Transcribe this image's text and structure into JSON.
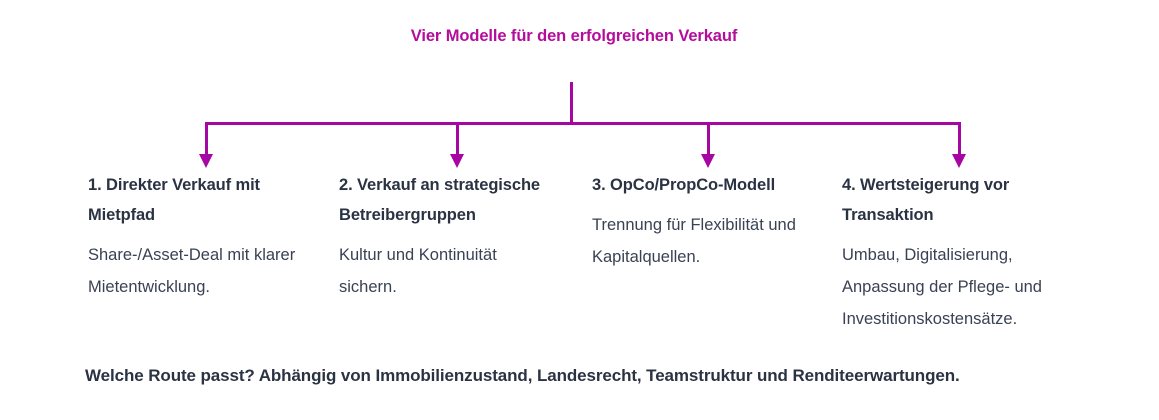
{
  "title": "Vier Modelle für den erfolgreichen Verkauf",
  "columns": [
    {
      "heading": "1. Direkter Verkauf mit Mietpfad",
      "body": "Share-/Asset-Deal mit klarer Mietentwicklung."
    },
    {
      "heading": "2. Verkauf an strategische Betreibergruppen",
      "body": "Kultur und Kontinuität sichern."
    },
    {
      "heading": "3. OpCo/PropCo-Modell",
      "body": "Trennung für Flexibilität und Kapitalquellen."
    },
    {
      "heading": "4. Wertsteigerung vor Transaktion",
      "body": "Umbau, Digitalisierung, Anpassung der Pflege- und Investitionskostensätze."
    }
  ],
  "footer": "Welche Route passt? Abhängig von Immobilienzustand, Landesrecht, Teamstruktur und Renditeerwartungen.",
  "icons": {
    "branch_arrow": "arrow-down-icon"
  },
  "colors": {
    "accent_line": "#A607A2",
    "title_text": "#B50D9B",
    "heading_text": "#2B3343",
    "body_text": "#394253",
    "background": "#FFFFFF"
  }
}
